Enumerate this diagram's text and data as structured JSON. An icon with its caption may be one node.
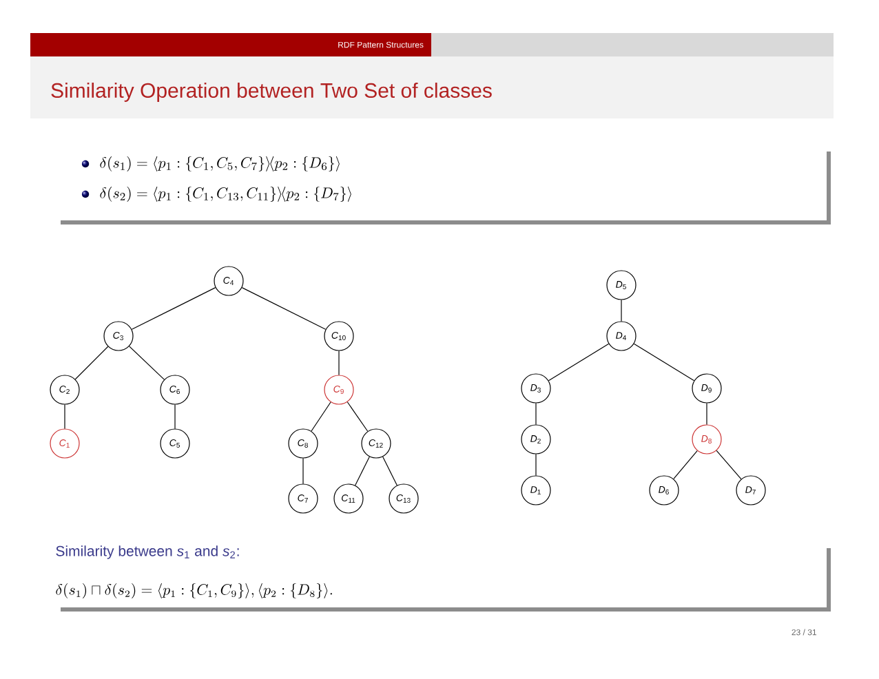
{
  "diagram": {
    "title": "Similarity Operation between Two Set of classes",
    "nodes": [
      {
        "text": [
          "*C*$_{4}$"
        ]
      },
      {
        "text": [
          "*C*$_{3}$"
        ]
      },
      {
        "text": [
          "*C*$_{10}$"
        ]
      },
      {
        "text": [
          "*C*$_{2}$"
        ]
      },
      {
        "text": [
          "*C*$_{6}$"
        ]
      },
      {
        "text": [
          "*C*$_{9}$"
        ]
      },
      {
        "text": [
          "*C*$_{1}$"
        ]
      },
      {
        "text": [
          "*C*$_{5}$"
        ]
      },
      {
        "text": [
          "*C*$_{8}$"
        ]
      },
      {
        "text": [
          "*C*$_{12}$"
        ]
      },
      {
        "text": [
          "*C*$_{7}$"
        ]
      },
      {
        "text": [
          "*C*$_{11}$"
        ]
      },
      {
        "text": [
          "*C*$_{13}$"
        ]
      },
      {
        "text": [
          "*D*$_{5}$"
        ]
      },
      {
        "text": [
          "*D*$_{4}$"
        ]
      },
      {
        "text": [
          "*D*$_{3}$"
        ]
      },
      {
        "text": [
          "*D*$_{9}$"
        ]
      },
      {
        "text": [
          "*D*$_{2}$"
        ]
      },
      {
        "text": [
          "*D*$_{8}$"
        ]
      },
      {
        "text": [
          "*D*$_{1}$"
        ]
      },
      {
        "text": [
          "*D*$_{6}$"
        ]
      },
      {
        "text": [
          "*D*$_{7}$"
        ]
      }
    ],
    "edges": [
      {
        "from": 0,
        "to": 1,
        "arrow": "none"
      },
      {
        "from": 0,
        "to": 2,
        "arrow": "none"
      },
      {
        "from": 1,
        "to": 3,
        "arrow": "none"
      },
      {
        "from": 1,
        "to": 4,
        "arrow": "none"
      },
      {
        "from": 2,
        "to": 5,
        "arrow": "none"
      },
      {
        "from": 3,
        "to": 6,
        "arrow": "none"
      },
      {
        "from": 4,
        "to": 7,
        "arrow": "none"
      },
      {
        "from": 5,
        "to": 8,
        "arrow": "none"
      },
      {
        "from": 5,
        "to": 9,
        "arrow": "none"
      },
      {
        "from": 8,
        "to": 10,
        "arrow": "none"
      },
      {
        "from": 9,
        "to": 11,
        "arrow": "none"
      },
      {
        "from": 9,
        "to": 12,
        "arrow": "none"
      },
      {
        "from": 13,
        "to": 14,
        "arrow": "none"
      },
      {
        "from": 14,
        "to": 15,
        "arrow": "none"
      },
      {
        "from": 14,
        "to": 16,
        "arrow": "none"
      },
      {
        "from": 15,
        "to": 17,
        "arrow": "none"
      },
      {
        "from": 16,
        "to": 18,
        "arrow": "none"
      },
      {
        "from": 17,
        "to": 19,
        "arrow": "none"
      },
      {
        "from": 18,
        "to": 20,
        "arrow": "none"
      },
      {
        "from": 18,
        "to": 21,
        "arrow": "none"
      }
    ],
    "labels": [
      "RDF Pattern Structures",
      "\\delta(s_1) = \\langle p_1 : \\{C_1, C_5, C_7\\}\\rangle\\!\\langle p_2 : \\{D_6\\}\\rangle",
      "\\delta(s_2) = \\langle p_1 : \\{C_1, C_{13}, C_{11}\\}\\rangle\\!\\langle p_2 : \\{D_7\\}\\rangle",
      "Similarity between *s*$_{1}$ and *s*$_{2}$:",
      "\\delta(s_1) \\sqcap \\delta(s_2) = \\langle p_1 : \\{C_1, C_9\\}\\rangle, \\langle p_2 : \\{D_8\\}\\rangle.",
      "23 / 31"
    ]
  }
}
